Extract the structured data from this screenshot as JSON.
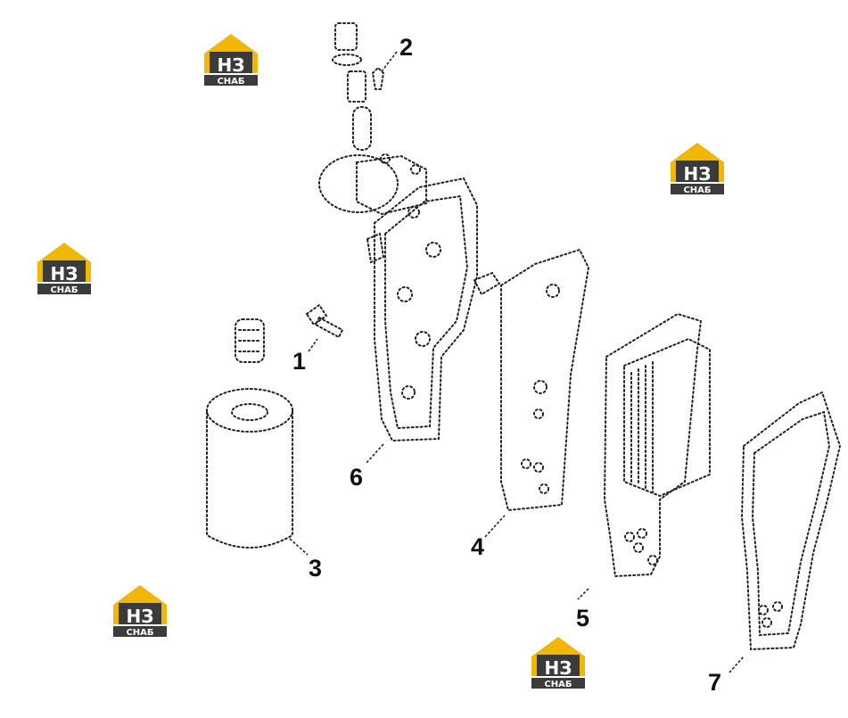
{
  "callouts": [
    {
      "id": "1",
      "label": "1"
    },
    {
      "id": "2",
      "label": "2"
    },
    {
      "id": "3",
      "label": "3"
    },
    {
      "id": "4",
      "label": "4"
    },
    {
      "id": "5",
      "label": "5"
    },
    {
      "id": "6",
      "label": "6"
    },
    {
      "id": "7",
      "label": "7"
    }
  ],
  "watermark": {
    "letters": "НЗ",
    "caption": "СНАБ",
    "colors": {
      "roof": "#f2b705",
      "box": "#3b3b3b",
      "text": "#ffffff"
    }
  },
  "colors": {
    "ink": "#222222",
    "background": "#ffffff"
  }
}
